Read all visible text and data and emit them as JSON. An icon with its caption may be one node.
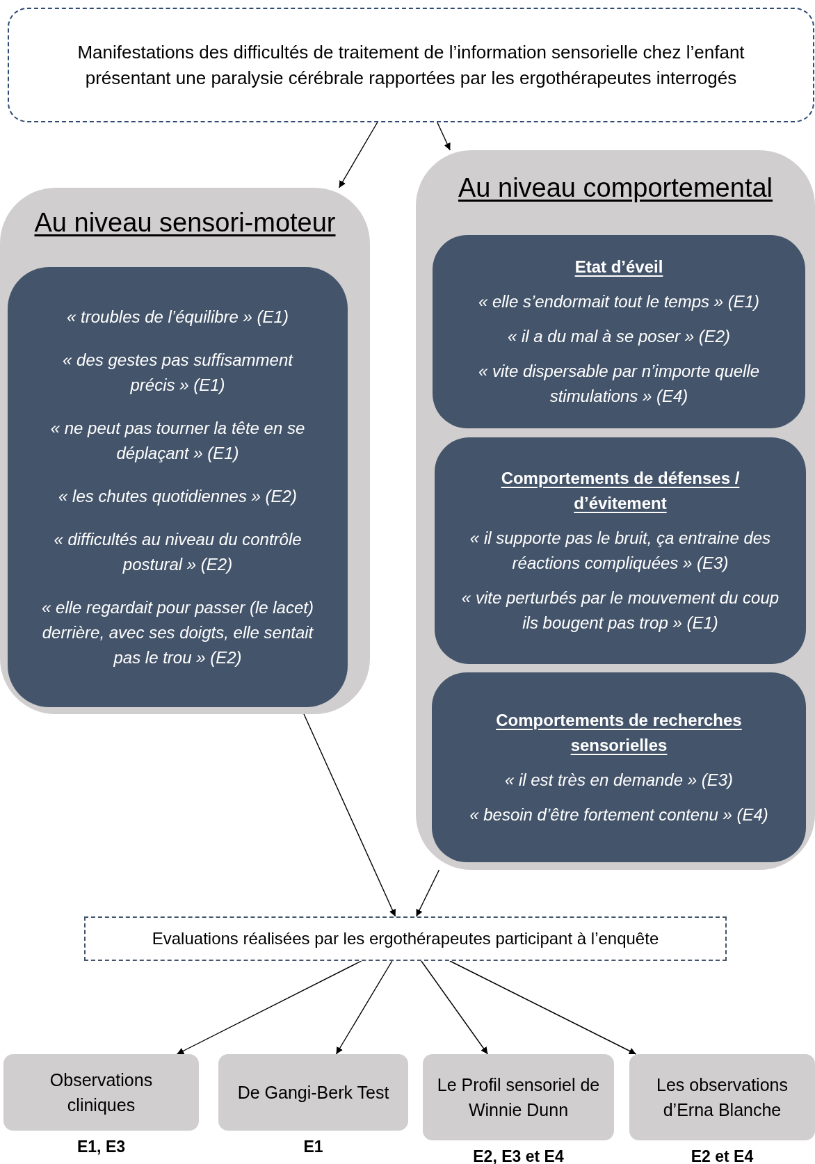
{
  "diagram": {
    "nodes": [
      {
        "text": [
          "Manifestations des difficultés de traitement de l’information sensorielle chez l’enfant présentant une paralysie cérébrale rapportées par les ergothérapeutes interrogés"
        ]
      },
      {
        "text": [
          "Au niveau sensori-moteur"
        ]
      },
      {
        "text": [
          "« troubles de l’équilibre » (E1)",
          "« des gestes pas suffisamment précis » (E1)",
          "« ne peut pas tourner la tête en se déplaçant » (E1)",
          "« les chutes quotidiennes » (E2)",
          "« difficultés au niveau du contrôle postural » (E2)",
          "« elle regardait pour passer (le lacet) derrière, avec ses doigts, elle sentait pas le trou » (E2)"
        ],
        "in": 1
      },
      {
        "text": [
          "Au niveau comportemental"
        ]
      },
      {
        "text": [
          "Etat d’éveil",
          "« elle s’endormait tout le temps » (E1)",
          "« il a du mal à se poser » (E2)",
          "« vite dispersable par n’importe quelle stimulations » (E4)"
        ],
        "in": 3
      },
      {
        "text": [
          "Comportements de défenses / d’évitement",
          "« il supporte pas le bruit, ça entraine des réactions compliquées » (E3)",
          "« vite perturbés par le mouvement du coup ils bougent pas trop » (E1)"
        ],
        "in": 3
      },
      {
        "text": [
          "Comportements de recherches sensorielles",
          "« il est très en demande » (E3)",
          "« besoin d’être fortement contenu » (E4)"
        ],
        "in": 3
      },
      {
        "text": [
          "Evaluations réalisées par les ergothérapeutes participant à l’enquête"
        ]
      },
      {
        "text": [
          "Observations cliniques"
        ],
        "beside": [
          "E1, E3"
        ]
      },
      {
        "text": [
          "De Gangi-Berk Test"
        ],
        "beside": [
          "E1"
        ]
      },
      {
        "text": [
          "Le Profil sensoriel de Winnie Dunn"
        ],
        "beside": [
          "E2, E3 et E4"
        ]
      },
      {
        "text": [
          "Les observations d’Erna Blanche"
        ],
        "beside": [
          "E2 et E4"
        ]
      }
    ],
    "edges": [
      {
        "from": 0,
        "to": 1,
        "arrow": "to"
      },
      {
        "from": 0,
        "to": 3,
        "arrow": "to"
      },
      {
        "from": 1,
        "to": 7,
        "arrow": "to"
      },
      {
        "from": 3,
        "to": 7,
        "arrow": "to"
      },
      {
        "from": 7,
        "to": 8,
        "arrow": "to"
      },
      {
        "from": 7,
        "to": 9,
        "arrow": "to"
      },
      {
        "from": 7,
        "to": 10,
        "arrow": "to"
      },
      {
        "from": 7,
        "to": 11,
        "arrow": "to"
      }
    ]
  }
}
